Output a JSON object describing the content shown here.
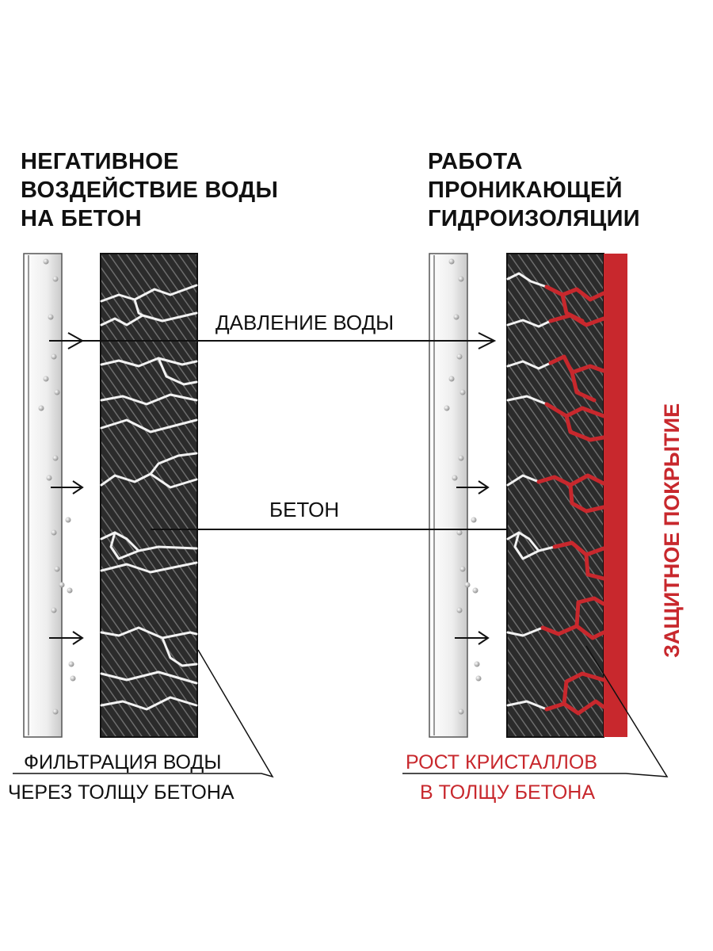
{
  "left_title": [
    "НЕГАТИВНОЕ",
    "ВОЗДЕЙСТВИЕ ВОДЫ",
    "НА БЕТОН"
  ],
  "right_title": [
    "РАБОТА",
    "ПРОНИКАЮЩЕЙ",
    "ГИДРОИЗОЛЯЦИИ"
  ],
  "labels": {
    "water_pressure": "ДАВЛЕНИЕ ВОДЫ",
    "concrete": "БЕТОН",
    "protective_coating": "ЗАЩИТНОЕ ПОКРЫТИЕ"
  },
  "captions": {
    "filtration": [
      "ФИЛЬТРАЦИЯ ВОДЫ",
      "ЧЕРЕЗ ТОЛЩУ БЕТОНА"
    ],
    "crystals": [
      "РОСТ КРИСТАЛЛОВ",
      "В ТОЛЩУ БЕТОНА"
    ]
  },
  "colors": {
    "text": "#111111",
    "accent_red": "#c8282d",
    "concrete_dark": "#2a2a2a",
    "water_light": "#eeeeee"
  }
}
